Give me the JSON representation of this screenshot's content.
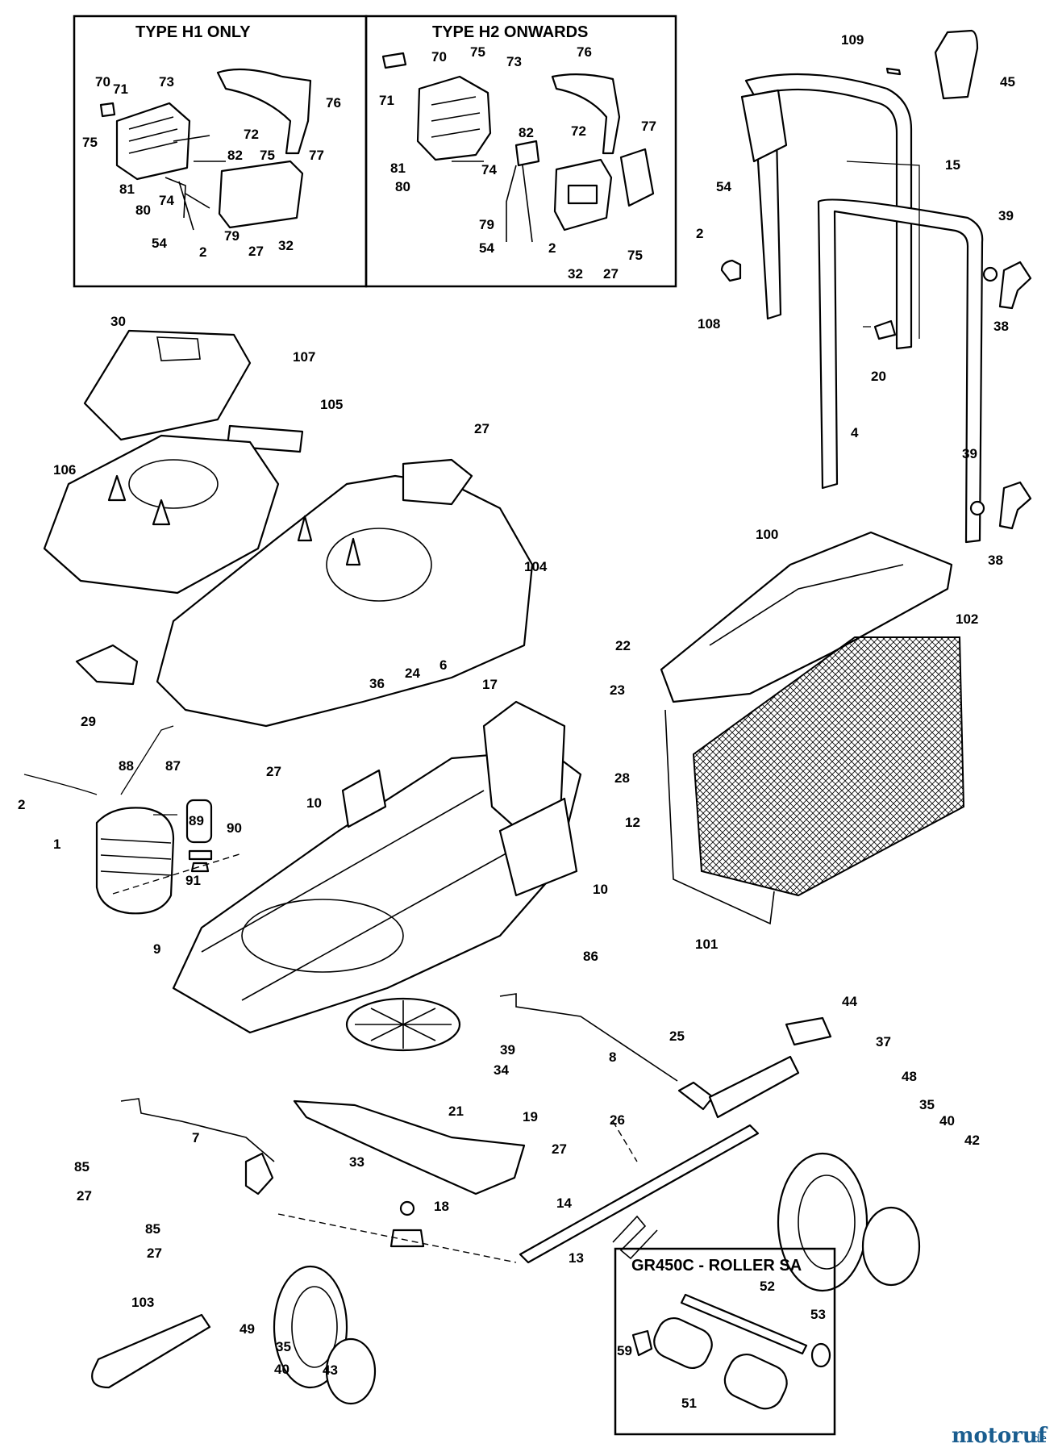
{
  "inset_h1": {
    "title": "TYPE H1 ONLY",
    "labels": [
      "70",
      "71",
      "73",
      "76",
      "72",
      "75",
      "82",
      "75",
      "77",
      "81",
      "80",
      "74",
      "79",
      "54",
      "2",
      "27",
      "32"
    ]
  },
  "inset_h2": {
    "title": "TYPE H2 ONWARDS",
    "labels": [
      "70",
      "75",
      "76",
      "73",
      "71",
      "82",
      "72",
      "77",
      "81",
      "74",
      "80",
      "79",
      "54",
      "2",
      "32",
      "75",
      "27"
    ]
  },
  "inset_roller": {
    "title": "GR450C - ROLLER SA",
    "labels": [
      "52",
      "53",
      "59",
      "51"
    ]
  },
  "labels": {
    "l109": "109",
    "l45": "45",
    "l15": "15",
    "l54": "54",
    "l2a": "2",
    "l39a": "39",
    "l38a": "38",
    "l108": "108",
    "l20": "20",
    "l4": "4",
    "l39b": "39",
    "l38b": "38",
    "l30": "30",
    "l107": "107",
    "l105": "105",
    "l27a": "27",
    "l106": "106",
    "l104": "104",
    "l100": "100",
    "l102": "102",
    "l22": "22",
    "l29": "29",
    "l36": "36",
    "l24": "24",
    "l6": "6",
    "l23": "23",
    "l17": "17",
    "l28": "28",
    "l12": "12",
    "l27b": "27",
    "l10a": "10",
    "l10b": "10",
    "l88": "88",
    "l87": "87",
    "l89": "89",
    "l2b": "2",
    "l90": "90",
    "l1": "1",
    "l91": "91",
    "l9": "9",
    "l86": "86",
    "l101": "101",
    "l44": "44",
    "l25": "25",
    "l37": "37",
    "l39c": "39",
    "l34": "34",
    "l8": "8",
    "l21": "21",
    "l48": "48",
    "l35a": "35",
    "l40a": "40",
    "l42": "42",
    "l19": "19",
    "l26": "26",
    "l7": "7",
    "l85a": "85",
    "l27c": "27",
    "l27d": "27",
    "l33": "33",
    "l18": "18",
    "l14": "14",
    "l85b": "85",
    "l27e": "27",
    "l13": "13",
    "l103": "103",
    "l49": "49",
    "l35b": "35",
    "l40b": "40",
    "l43": "43"
  },
  "watermark": {
    "brand": "motoruf",
    "tld": ".de"
  }
}
